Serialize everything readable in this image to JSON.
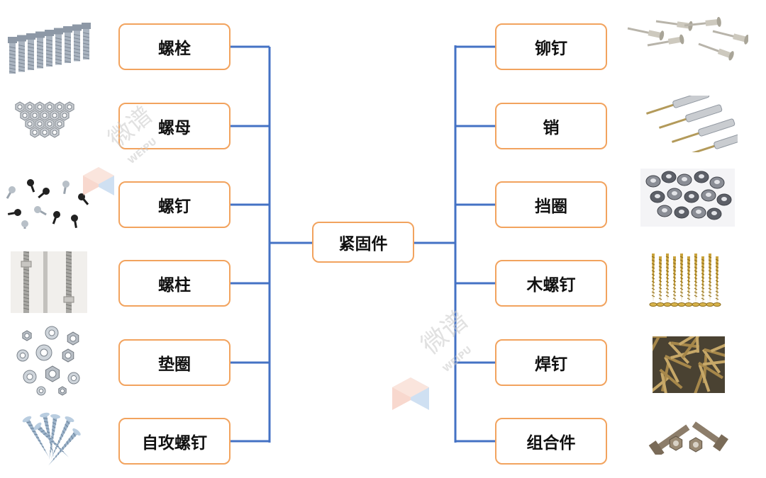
{
  "diagram": {
    "center": "紧固件",
    "left": [
      {
        "label": "螺栓",
        "image": "bolts-photo"
      },
      {
        "label": "螺母",
        "image": "nuts-photo"
      },
      {
        "label": "螺钉",
        "image": "screws-photo"
      },
      {
        "label": "螺柱",
        "image": "studs-photo"
      },
      {
        "label": "垫圈",
        "image": "washers-photo"
      },
      {
        "label": "自攻螺钉",
        "image": "self-tapping-screws-photo"
      }
    ],
    "right": [
      {
        "label": "铆钉",
        "image": "rivets-photo"
      },
      {
        "label": "销",
        "image": "pins-photo"
      },
      {
        "label": "挡圈",
        "image": "retaining-rings-photo"
      },
      {
        "label": "木螺钉",
        "image": "wood-screws-photo"
      },
      {
        "label": "焊钉",
        "image": "weld-studs-photo"
      },
      {
        "label": "组合件",
        "image": "assemblies-photo"
      }
    ],
    "colors": {
      "connector": "#4472c4",
      "box_border": "#f2a35e",
      "text": "#111111",
      "watermark_pink": "#f4b9a7",
      "watermark_blue": "#a9c7e8",
      "watermark_text": "#c9c9c9"
    },
    "watermark": {
      "chinese": "微谱",
      "latin": "WEIPU"
    }
  }
}
